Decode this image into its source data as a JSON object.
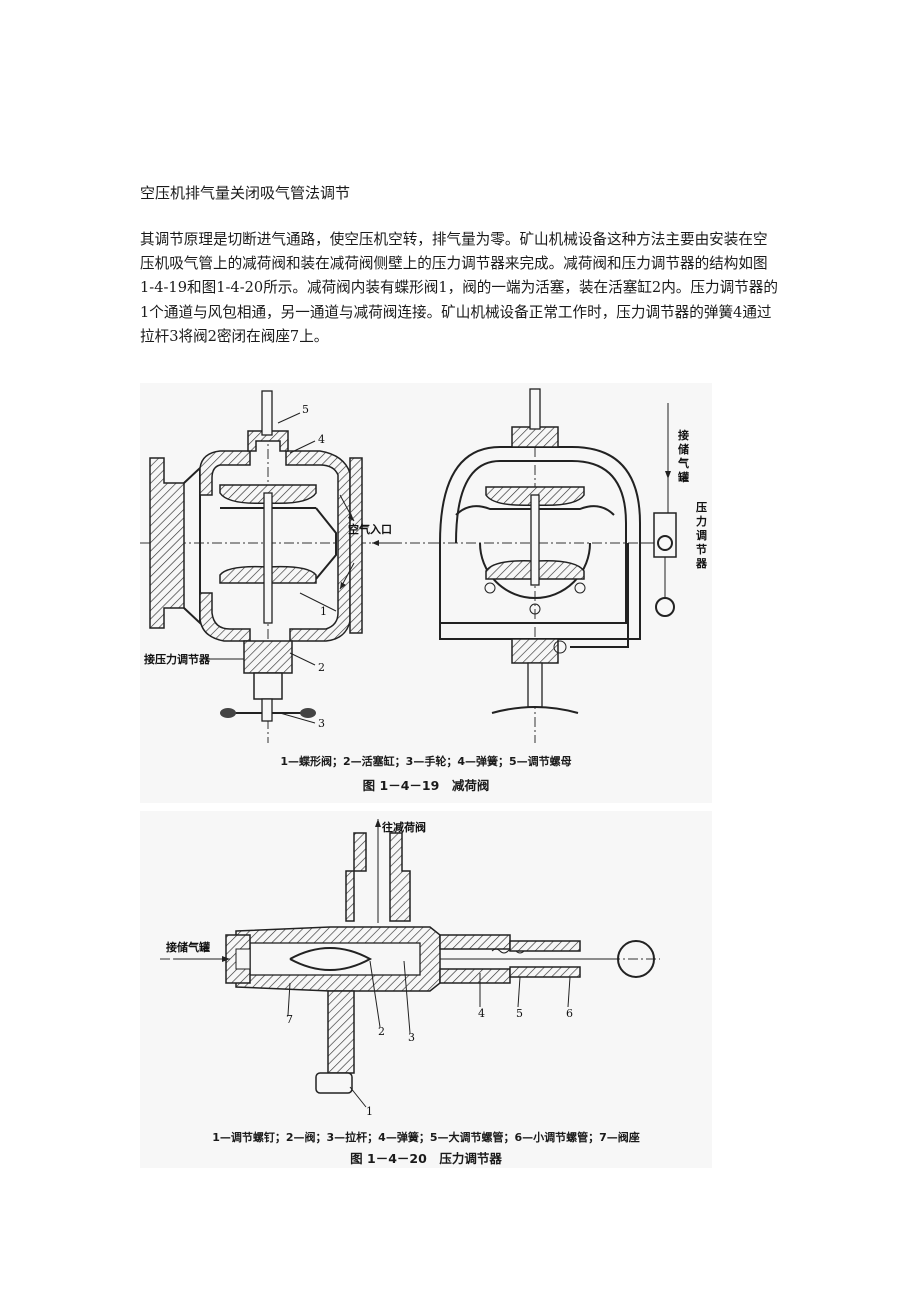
{
  "title": "空压机排气量关闭吸气管法调节",
  "paragraph": "其调节原理是切断进气通路，使空压机空转，排气量为零。矿山机械设备这种方法主要由安装在空压机吸气管上的减荷阀和装在减荷阀侧壁上的压力调节器来完成。减荷阀和压力调节器的结构如图1-4-19和图1-4-20所示。减荷阀内装有蝶形阀1，阀的一端为活塞，装在活塞缸2内。压力调节器的1个通道与风包相通，另一通道与减荷阀连接。矿山机械设备正常工作时，压力调节器的弹簧4通过拉杆3将阀2密闭在阀座7上。",
  "figure1": {
    "labels": {
      "air_inlet": "空气入口",
      "to_regulator": "接压力调节器",
      "to_tank": "接储气罐",
      "pressure_regulator": "压力调节器"
    },
    "numbers": [
      "1",
      "2",
      "3",
      "4",
      "5"
    ],
    "legend": "1—蝶形阀；2—活塞缸；3—手轮；4—弹簧；5—调节螺母",
    "caption": "图 1－4－19　减荷阀"
  },
  "figure2": {
    "labels": {
      "to_unloader": "往减荷阀",
      "to_tank": "接储气罐"
    },
    "numbers": [
      "1",
      "2",
      "3",
      "4",
      "5",
      "6",
      "7"
    ],
    "legend": "1—调节螺钉；2—阀；3—拉杆；4—弹簧；5—大调节螺管；6—小调节螺管；7—阀座",
    "caption": "图 1－4－20　压力调节器"
  }
}
